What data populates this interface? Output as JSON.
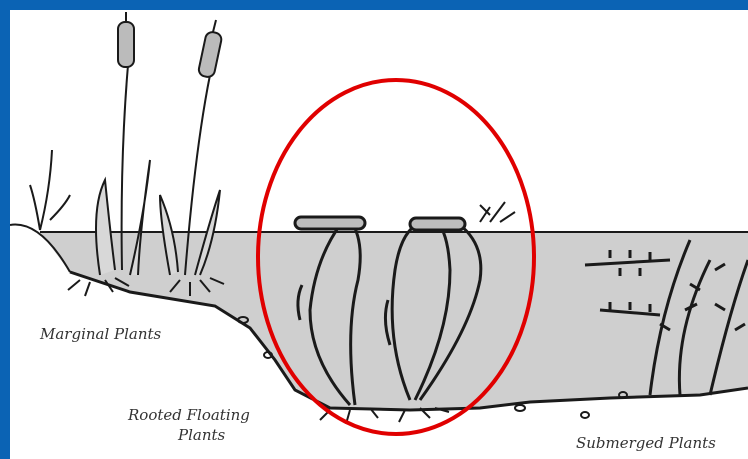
{
  "labels": {
    "marginal": "Marginal Plants",
    "rooted_floating_line1": "Rooted Floating",
    "rooted_floating_line2": "Plants",
    "submerged": "Submerged Plants"
  },
  "colors": {
    "frame_border": "#0b63b4",
    "water": "#cfcfcf",
    "ink": "#1a1a1a",
    "highlight_circle": "#e00000"
  }
}
